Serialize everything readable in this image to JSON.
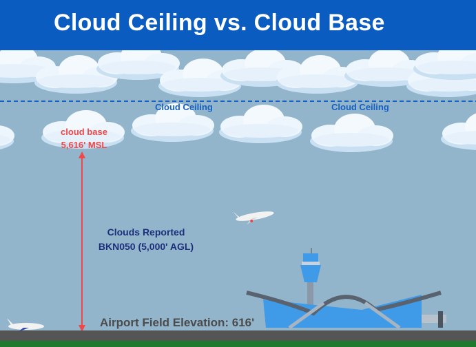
{
  "title": "Cloud Ceiling vs. Cloud Base",
  "labels": {
    "ceiling_1": "Cloud Ceiling",
    "ceiling_2": "Cloud Ceiling",
    "base_line1": "cloud base",
    "base_line2": "5,616' MSL",
    "reported_line1": "Clouds Reported",
    "reported_line2": "BKN050 (5,000' AGL)",
    "field_elevation": "Airport Field Elevation: 616'"
  },
  "colors": {
    "header": "#0b5cc0",
    "sky": "#93b5cb",
    "ceiling_line": "#1560c2",
    "arrow": "#f04848",
    "runway": "#555555",
    "grass": "#1f7a2e"
  }
}
